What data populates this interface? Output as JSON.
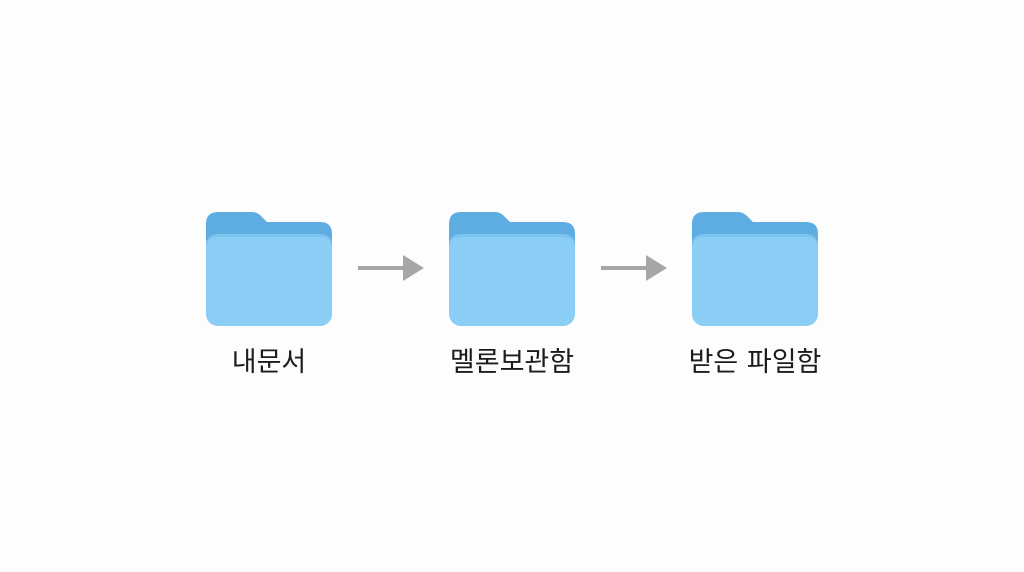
{
  "colors": {
    "folder_back": "#5DADE2",
    "folder_front": "#8ACDF5",
    "folder_front_edge": "#7CC3EE",
    "arrow": "#A6A6A6",
    "label": "#1C1C1C"
  },
  "folders": [
    {
      "label": "내문서",
      "icon": "folder-icon"
    },
    {
      "label": "멜론보관함",
      "icon": "folder-icon"
    },
    {
      "label": "받은 파일함",
      "icon": "folder-icon"
    }
  ],
  "arrows": [
    {
      "icon": "arrow-right-icon"
    },
    {
      "icon": "arrow-right-icon"
    }
  ]
}
